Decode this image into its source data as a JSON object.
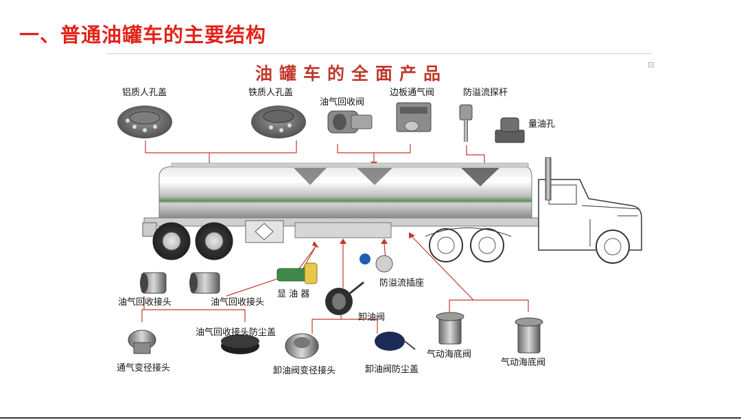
{
  "slide": {
    "title": "一、普通油罐车的主要结构"
  },
  "poster": {
    "title": "油罐车的全面产品",
    "corner_mark": "⊡"
  },
  "labels": {
    "aluminum_manhole_cover": "铝质人孔盖",
    "iron_manhole_cover": "铁质人孔盖",
    "vapor_recovery_valve": "油气回收阀",
    "side_vent_valve": "边板通气阀",
    "overflow_probe": "防溢流探杆",
    "gauging_hole": "量油孔",
    "vapor_recovery_coupler_1": "油气回收接头",
    "vapor_recovery_coupler_2": "油气回收接头",
    "oil_indicator": "显 油 器",
    "overflow_socket": "防溢流插座",
    "unloading_valve": "卸油阀",
    "vent_reducer_coupler": "通气变径接头",
    "vapor_coupler_dust_cap": "油气回收接头防尘盖",
    "unloading_valve_reducer": "卸油阀变径接头",
    "unloading_valve_dust_cap": "卸油阀防尘盖",
    "pneumatic_bottom_valve_1": "气动海底阀",
    "pneumatic_bottom_valve_2": "气动海底阀"
  },
  "colors": {
    "title_red": "#e2231a",
    "connector_red": "#c0392b"
  }
}
